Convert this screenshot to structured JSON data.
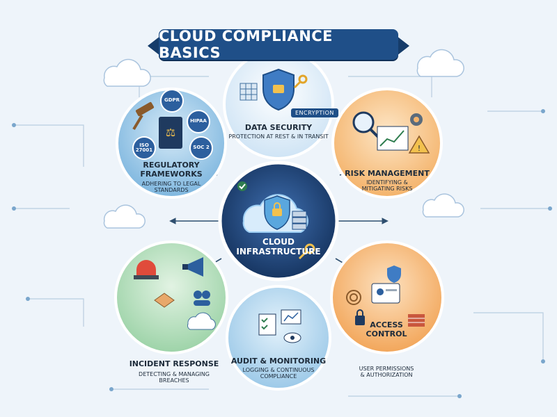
{
  "title": "CLOUD COMPLIANCE BASICS",
  "colors": {
    "background": "#eef4fa",
    "banner": "#1f4f88",
    "regulatory": "#7fb7df",
    "data_security": "#cfe4f5",
    "risk": "#f4b36b",
    "incident": "#9dd3a8",
    "audit": "#9cc9e8",
    "access": "#f2a65a",
    "core": "#1a3d6e",
    "connector": "#2f4f6f"
  },
  "center": {
    "title": "CLOUD",
    "title2": "INFRASTRUCTURE",
    "icons": [
      "cloud-icon",
      "shield-lock-icon",
      "server-icon",
      "key-icon",
      "check-icon"
    ]
  },
  "nodes": {
    "regulatory": {
      "title": "REGULATORY",
      "title2": "FRAMEWORKS",
      "sub": "ADHERING TO LEGAL",
      "sub2": "STANDARDS",
      "badges": [
        "GDPR",
        "HIPAA",
        "ISO 27001",
        "SOC 2"
      ]
    },
    "data_security": {
      "title": "DATA SECURITY",
      "sub": "PROTECTION AT REST & IN TRANSIT",
      "badge": "ENCRYPTION"
    },
    "risk": {
      "title": "RISK MANAGEMENT",
      "sub": "IDENTIFYING &",
      "sub2": "MITIGATING RISKS"
    },
    "incident": {
      "title": "INCIDENT RESPONSE",
      "sub": "DETECTING & MANAGING",
      "sub2": "BREACHES"
    },
    "audit": {
      "title": "AUDIT & MONITORING",
      "sub": "LOGGING & CONTINUOUS",
      "sub2": "COMPLIANCE"
    },
    "access": {
      "title": "ACCESS",
      "title2": "CONTROL",
      "sub": "USER PERMISSIONS",
      "sub2": "& AUTHORIZATION"
    }
  }
}
